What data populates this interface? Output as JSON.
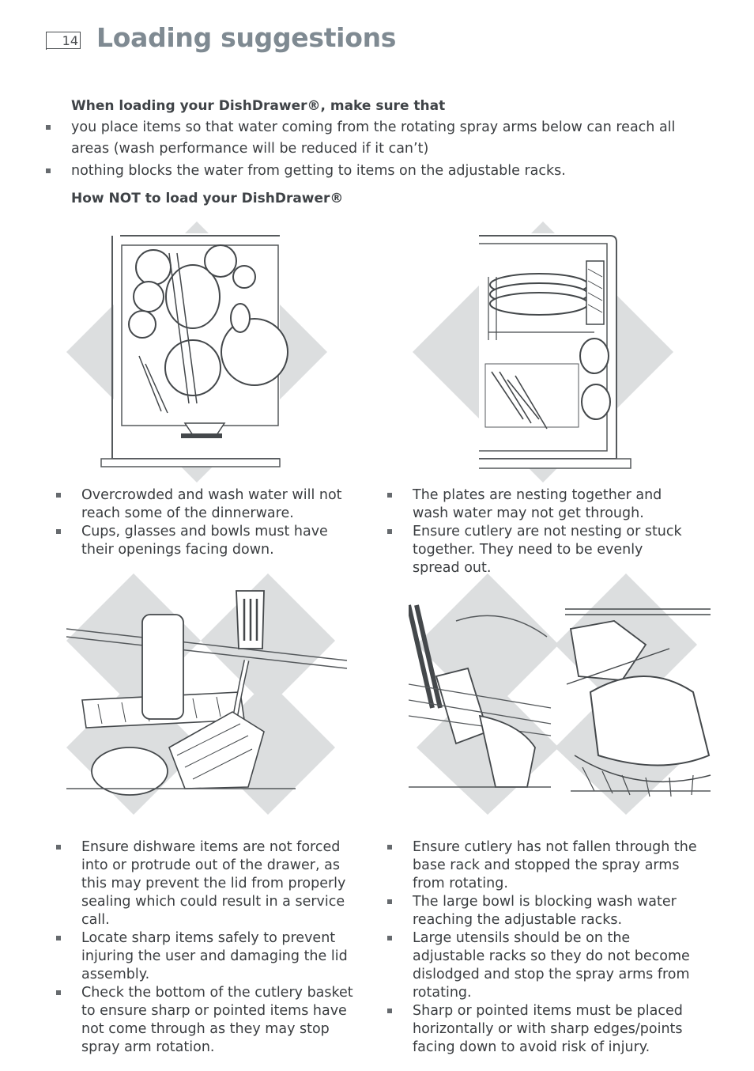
{
  "page": {
    "number": "14",
    "title": "Loading suggestions"
  },
  "intro": {
    "heading": "When loading your DishDrawer®, make sure that",
    "bullets": [
      "you place items so that water coming from the rotating spray arms below can reach all areas (wash performance will be reduced if it can’t)",
      "nothing blocks the water from getting to items on the adjustable racks."
    ]
  },
  "how_not": {
    "heading": "How NOT to load your DishDrawer®"
  },
  "panels": {
    "top_left": [
      "Overcrowded and wash water will not reach some of the dinnerware.",
      "Cups, glasses and bowls must have their openings facing down."
    ],
    "top_right": [
      "The plates are nesting together and wash water may not get through.",
      "Ensure cutlery are not nesting or stuck together.  They need to be evenly spread out."
    ],
    "bottom_left": [
      "Ensure dishware items are not forced into or protrude out of the drawer, as this may prevent the lid from properly sealing which could result in a service call.",
      "Locate sharp items safely to prevent injuring the user and damaging the lid assembly.",
      "Check the bottom of the cutlery basket to ensure sharp or pointed items have not come through as they may stop spray arm rotation."
    ],
    "bottom_right": [
      "Ensure cutlery has not fallen through the base rack and stopped the spray arms from rotating.",
      "The large bowl is blocking wash water reaching the adjustable racks.",
      "Large utensils should be on the adjustable racks so they do not become dislodged and stop the spray arms from rotating.",
      "Sharp or pointed items must be placed horizontally or with sharp edges/points facing down to avoid risk of injury."
    ]
  },
  "colors": {
    "title": "#7f8a92",
    "cross_mark": "#dcdedf",
    "text": "#3a3d40"
  }
}
